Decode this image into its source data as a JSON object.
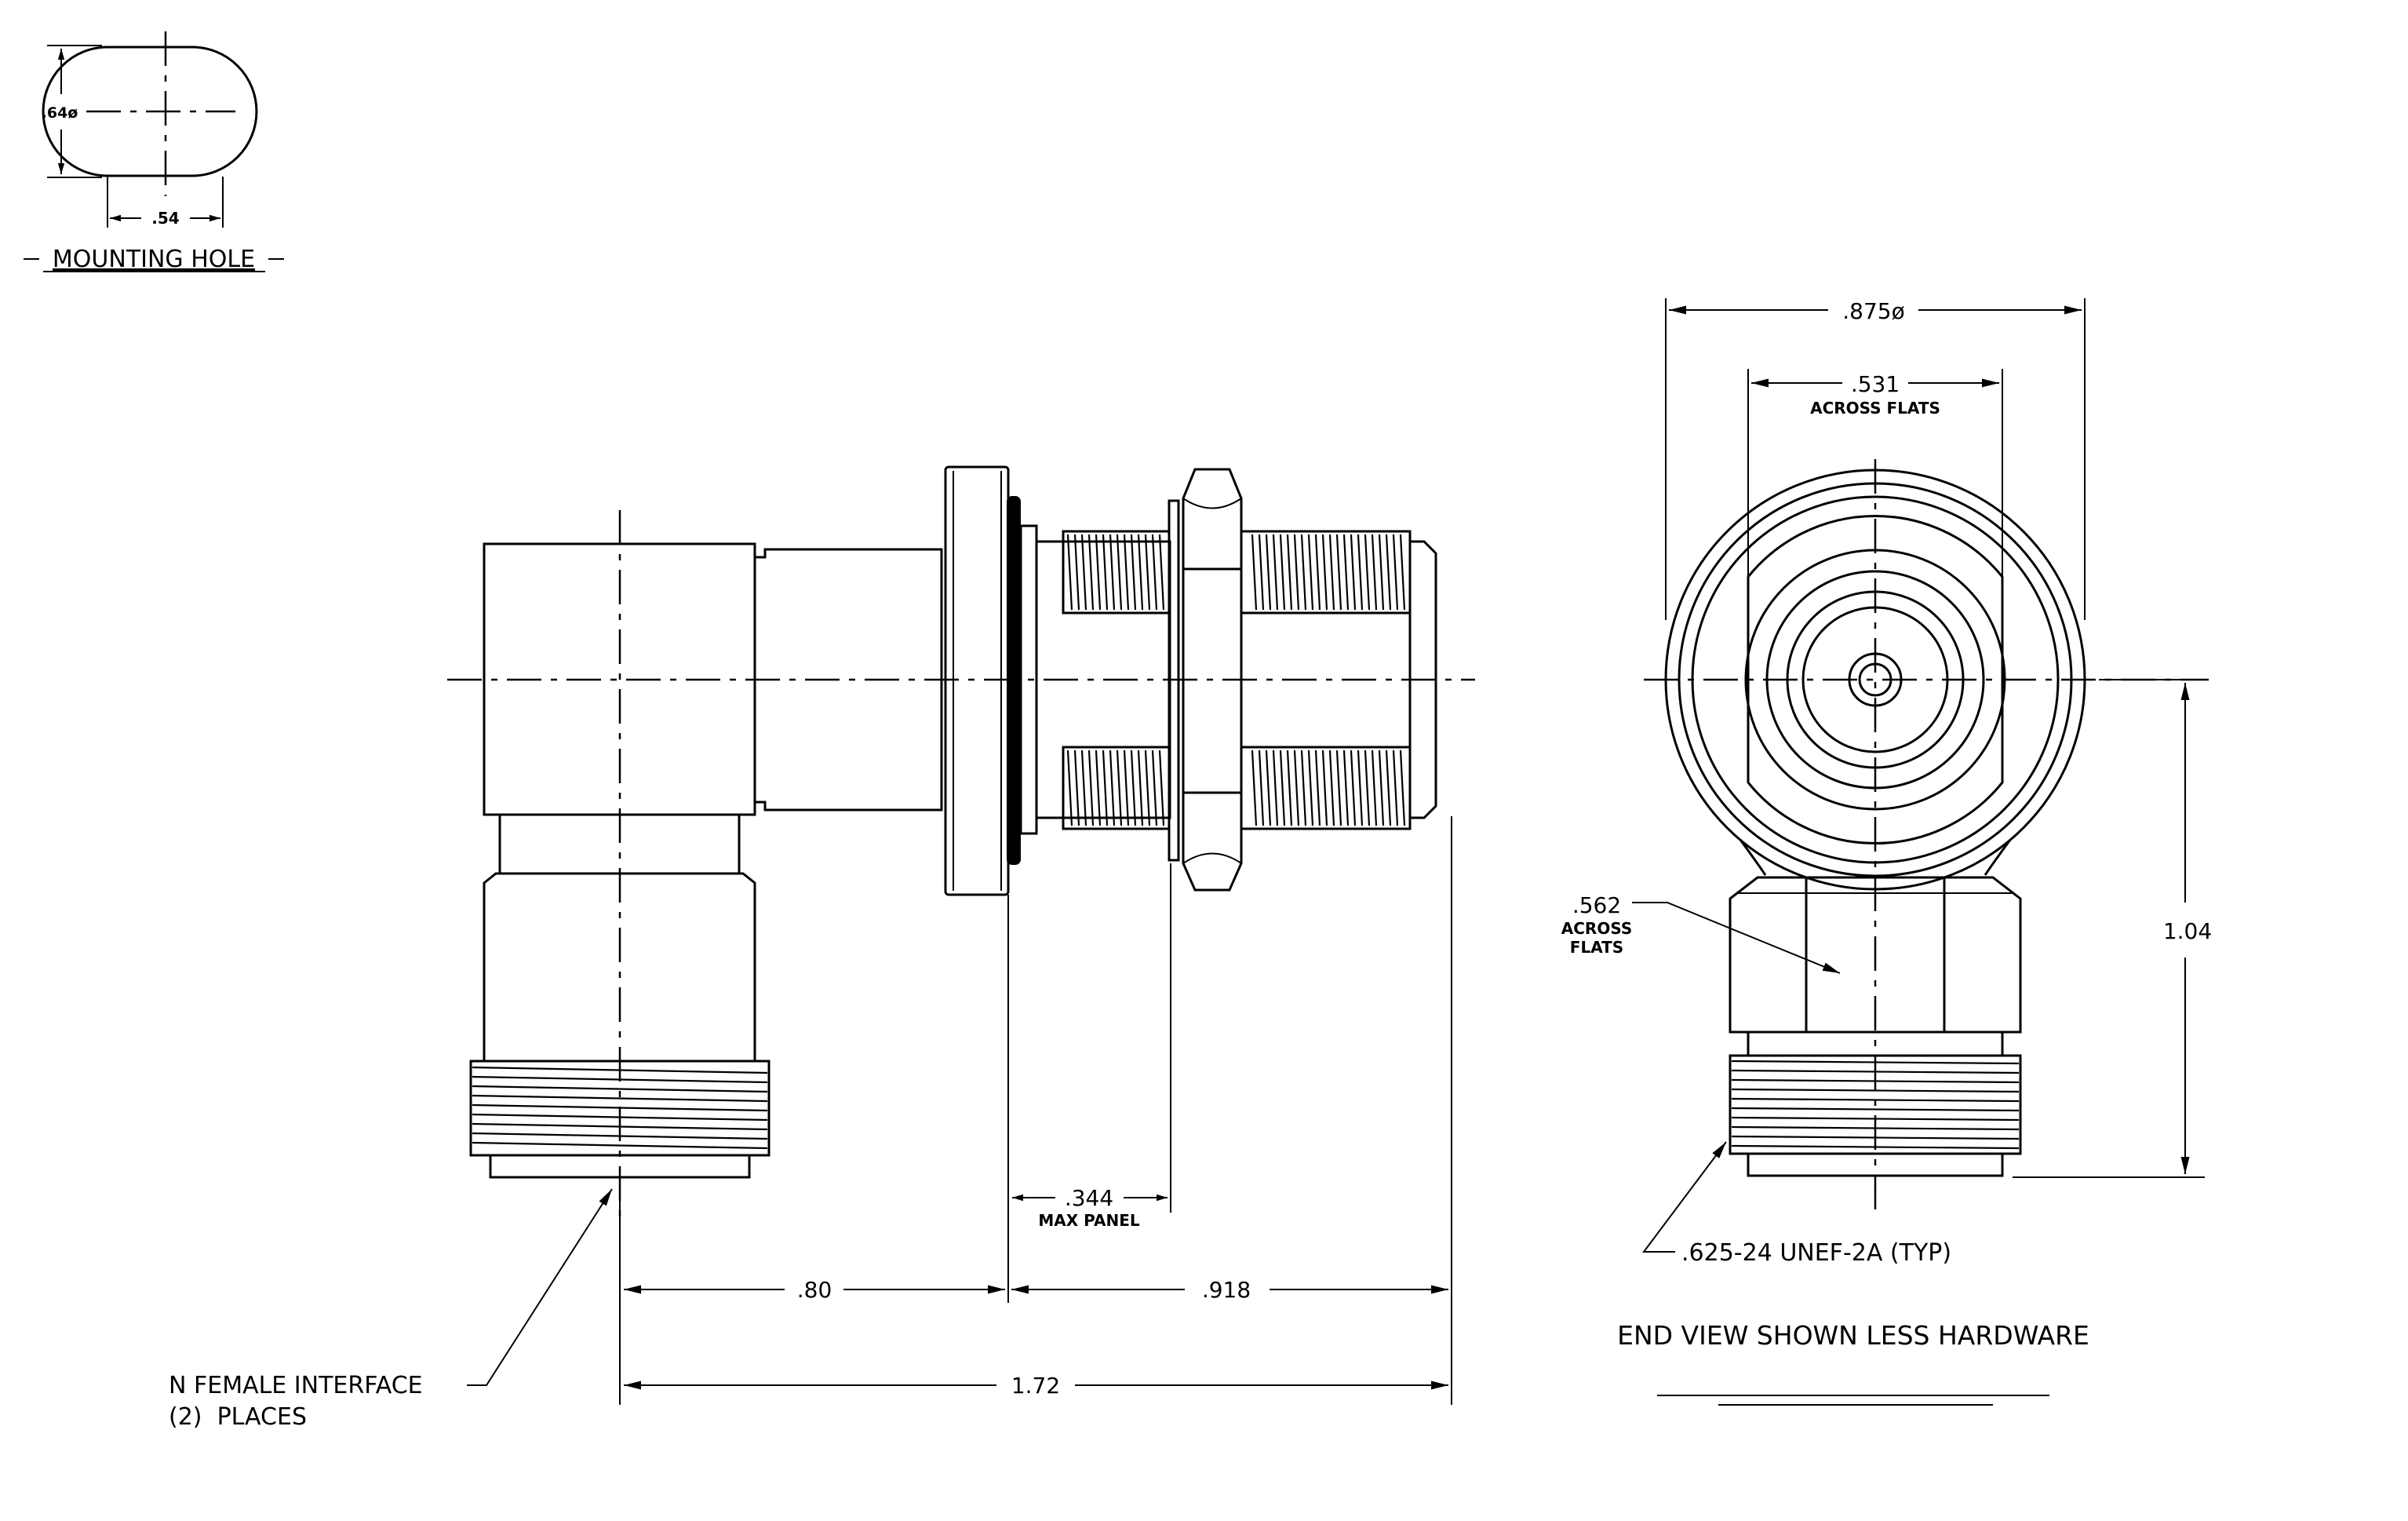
{
  "mounting_hole": {
    "title": "MOUNTING HOLE",
    "dim_diameter": ".64ø",
    "dim_flat": ".54"
  },
  "side_view": {
    "dim_overall": "1.72",
    "dim_left": ".80",
    "dim_right": ".918",
    "dim_panel": ".344",
    "dim_panel_note": "MAX PANEL",
    "callout_line1": "N FEMALE INTERFACE",
    "callout_line2": "(2)  PLACES"
  },
  "end_view": {
    "dim_outer_dia": ".875ø",
    "dim_flats_top": ".531",
    "dim_flats_top_note": "ACROSS FLATS",
    "dim_hex": ".562",
    "dim_hex_note1": "ACROSS",
    "dim_hex_note2": "FLATS",
    "dim_height": "1.04",
    "thread_note": ".625-24 UNEF-2A (TYP)",
    "caption": "END VIEW SHOWN LESS HARDWARE"
  }
}
